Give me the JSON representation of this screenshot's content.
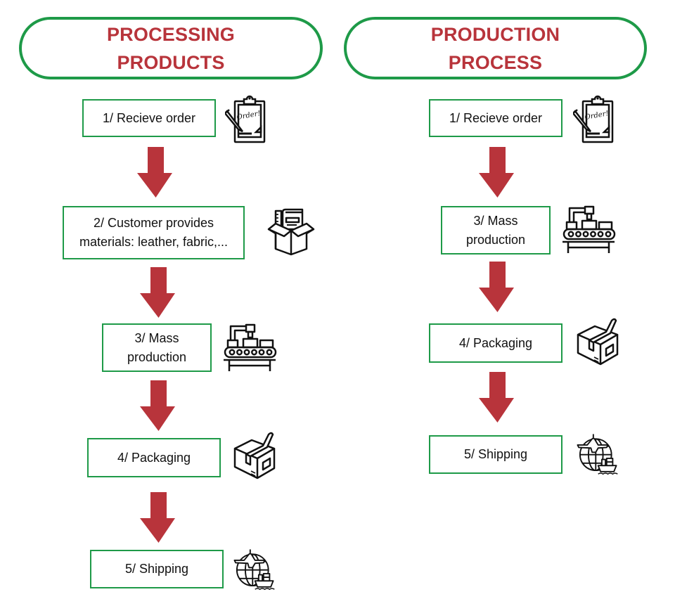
{
  "colors": {
    "border_green": "#1e9a48",
    "title_red": "#b8343b",
    "arrow_red": "#b8343b",
    "text": "#111111"
  },
  "left_flow": {
    "title": "PROCESSING\nPRODUCTS",
    "steps": [
      {
        "label": "1/ Recieve order",
        "icon": "clipboard-order-icon"
      },
      {
        "label": "2/ Customer provides\nmaterials: leather, fabric,...",
        "icon": "materials-box-icon"
      },
      {
        "label": "3/ Mass\nproduction",
        "icon": "conveyor-robot-icon"
      },
      {
        "label": "4/ Packaging",
        "icon": "package-box-icon"
      },
      {
        "label": "5/ Shipping",
        "icon": "global-shipping-icon"
      }
    ]
  },
  "right_flow": {
    "title": "PRODUCTION\nPROCESS",
    "steps": [
      {
        "label": "1/ Recieve order",
        "icon": "clipboard-order-icon"
      },
      {
        "label": "3/ Mass\nproduction",
        "icon": "conveyor-robot-icon"
      },
      {
        "label": "4/ Packaging",
        "icon": "package-box-icon"
      },
      {
        "label": "5/ Shipping",
        "icon": "global-shipping-icon"
      }
    ]
  },
  "icon_text": {
    "order": "Order!"
  }
}
